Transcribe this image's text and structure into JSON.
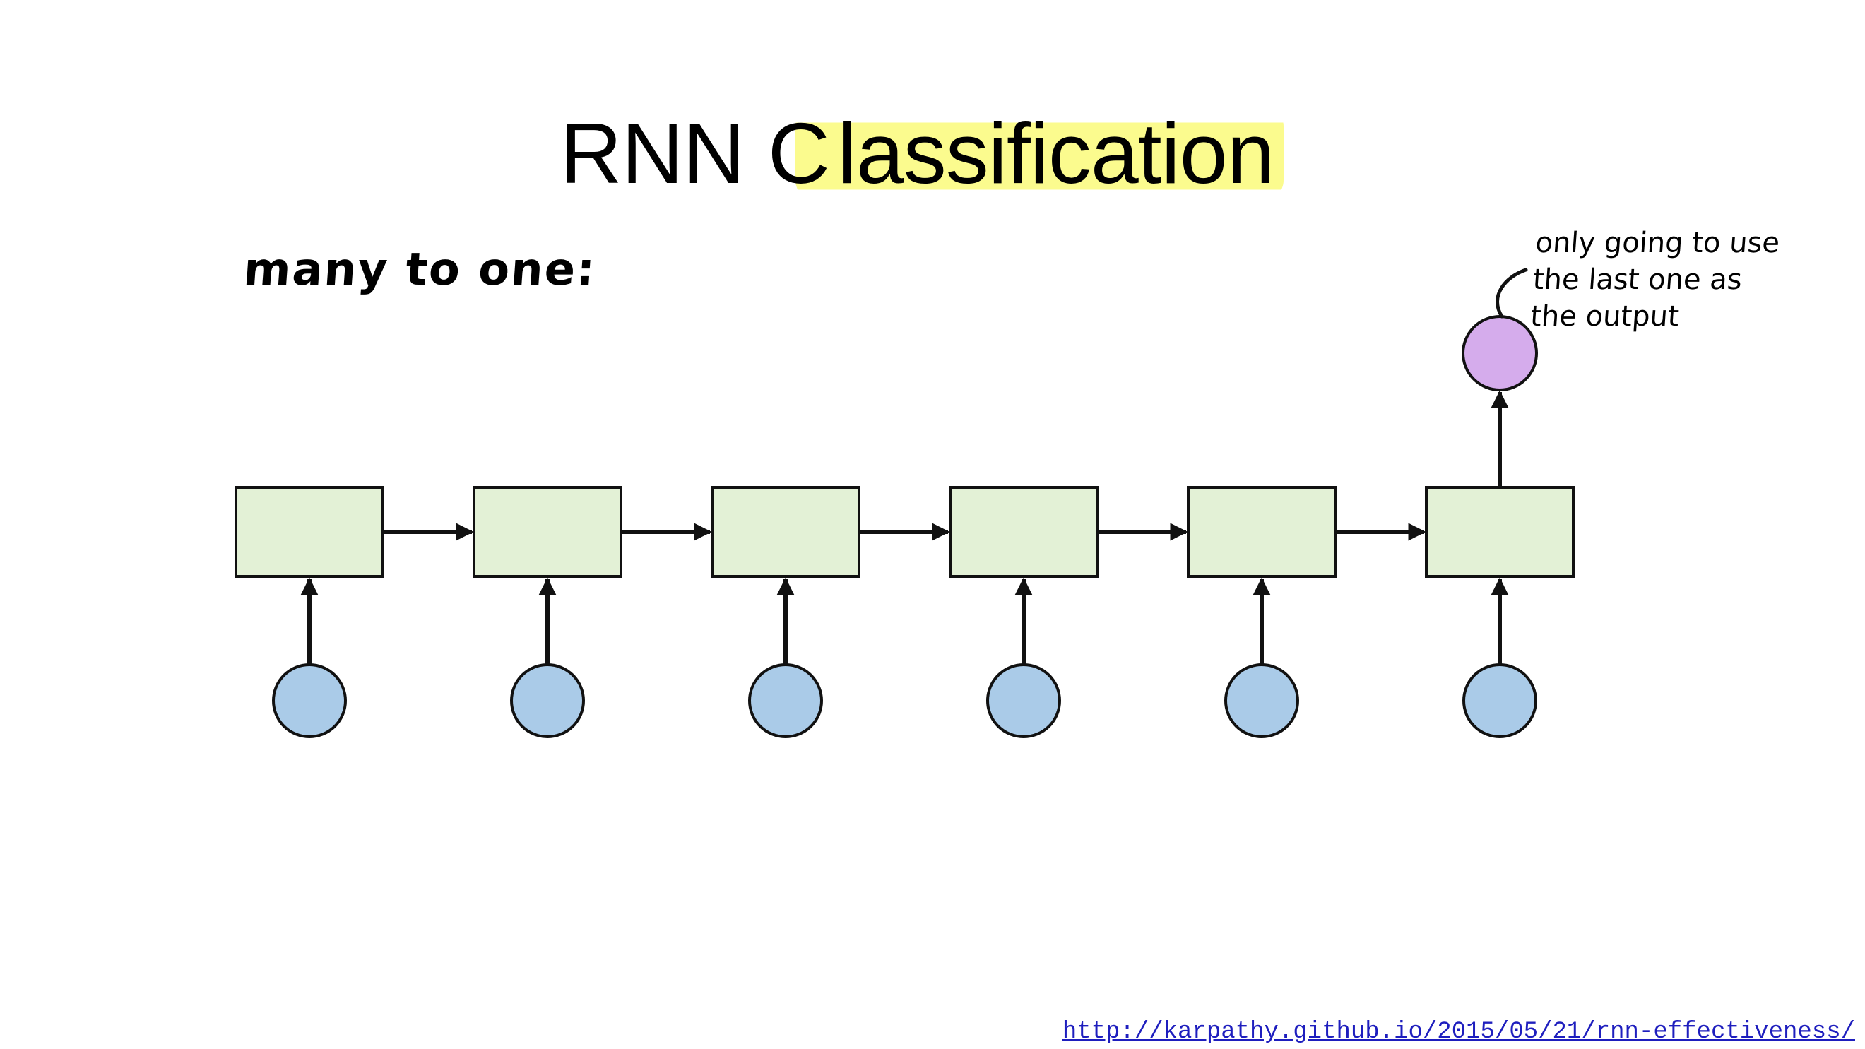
{
  "slide": {
    "title_plain": "RNN ",
    "title_first_letter": "C",
    "title_highlight": "lassification",
    "subtitle": "many to one:",
    "note": "only going to use\nthe last one as\nthe output",
    "link": "http://karpathy.github.io/2015/05/21/rnn-effectiveness/"
  },
  "diagram": {
    "steps": 6,
    "output_at_step": 6,
    "colors": {
      "cell_fill": "#e3f1d6",
      "input_fill": "#aacbe8",
      "output_fill": "#d5acec",
      "highlight": "#fbfb8e",
      "stroke": "#111111"
    },
    "nodes": {
      "hidden": "rectangle",
      "input": "circle",
      "output": "circle"
    }
  }
}
